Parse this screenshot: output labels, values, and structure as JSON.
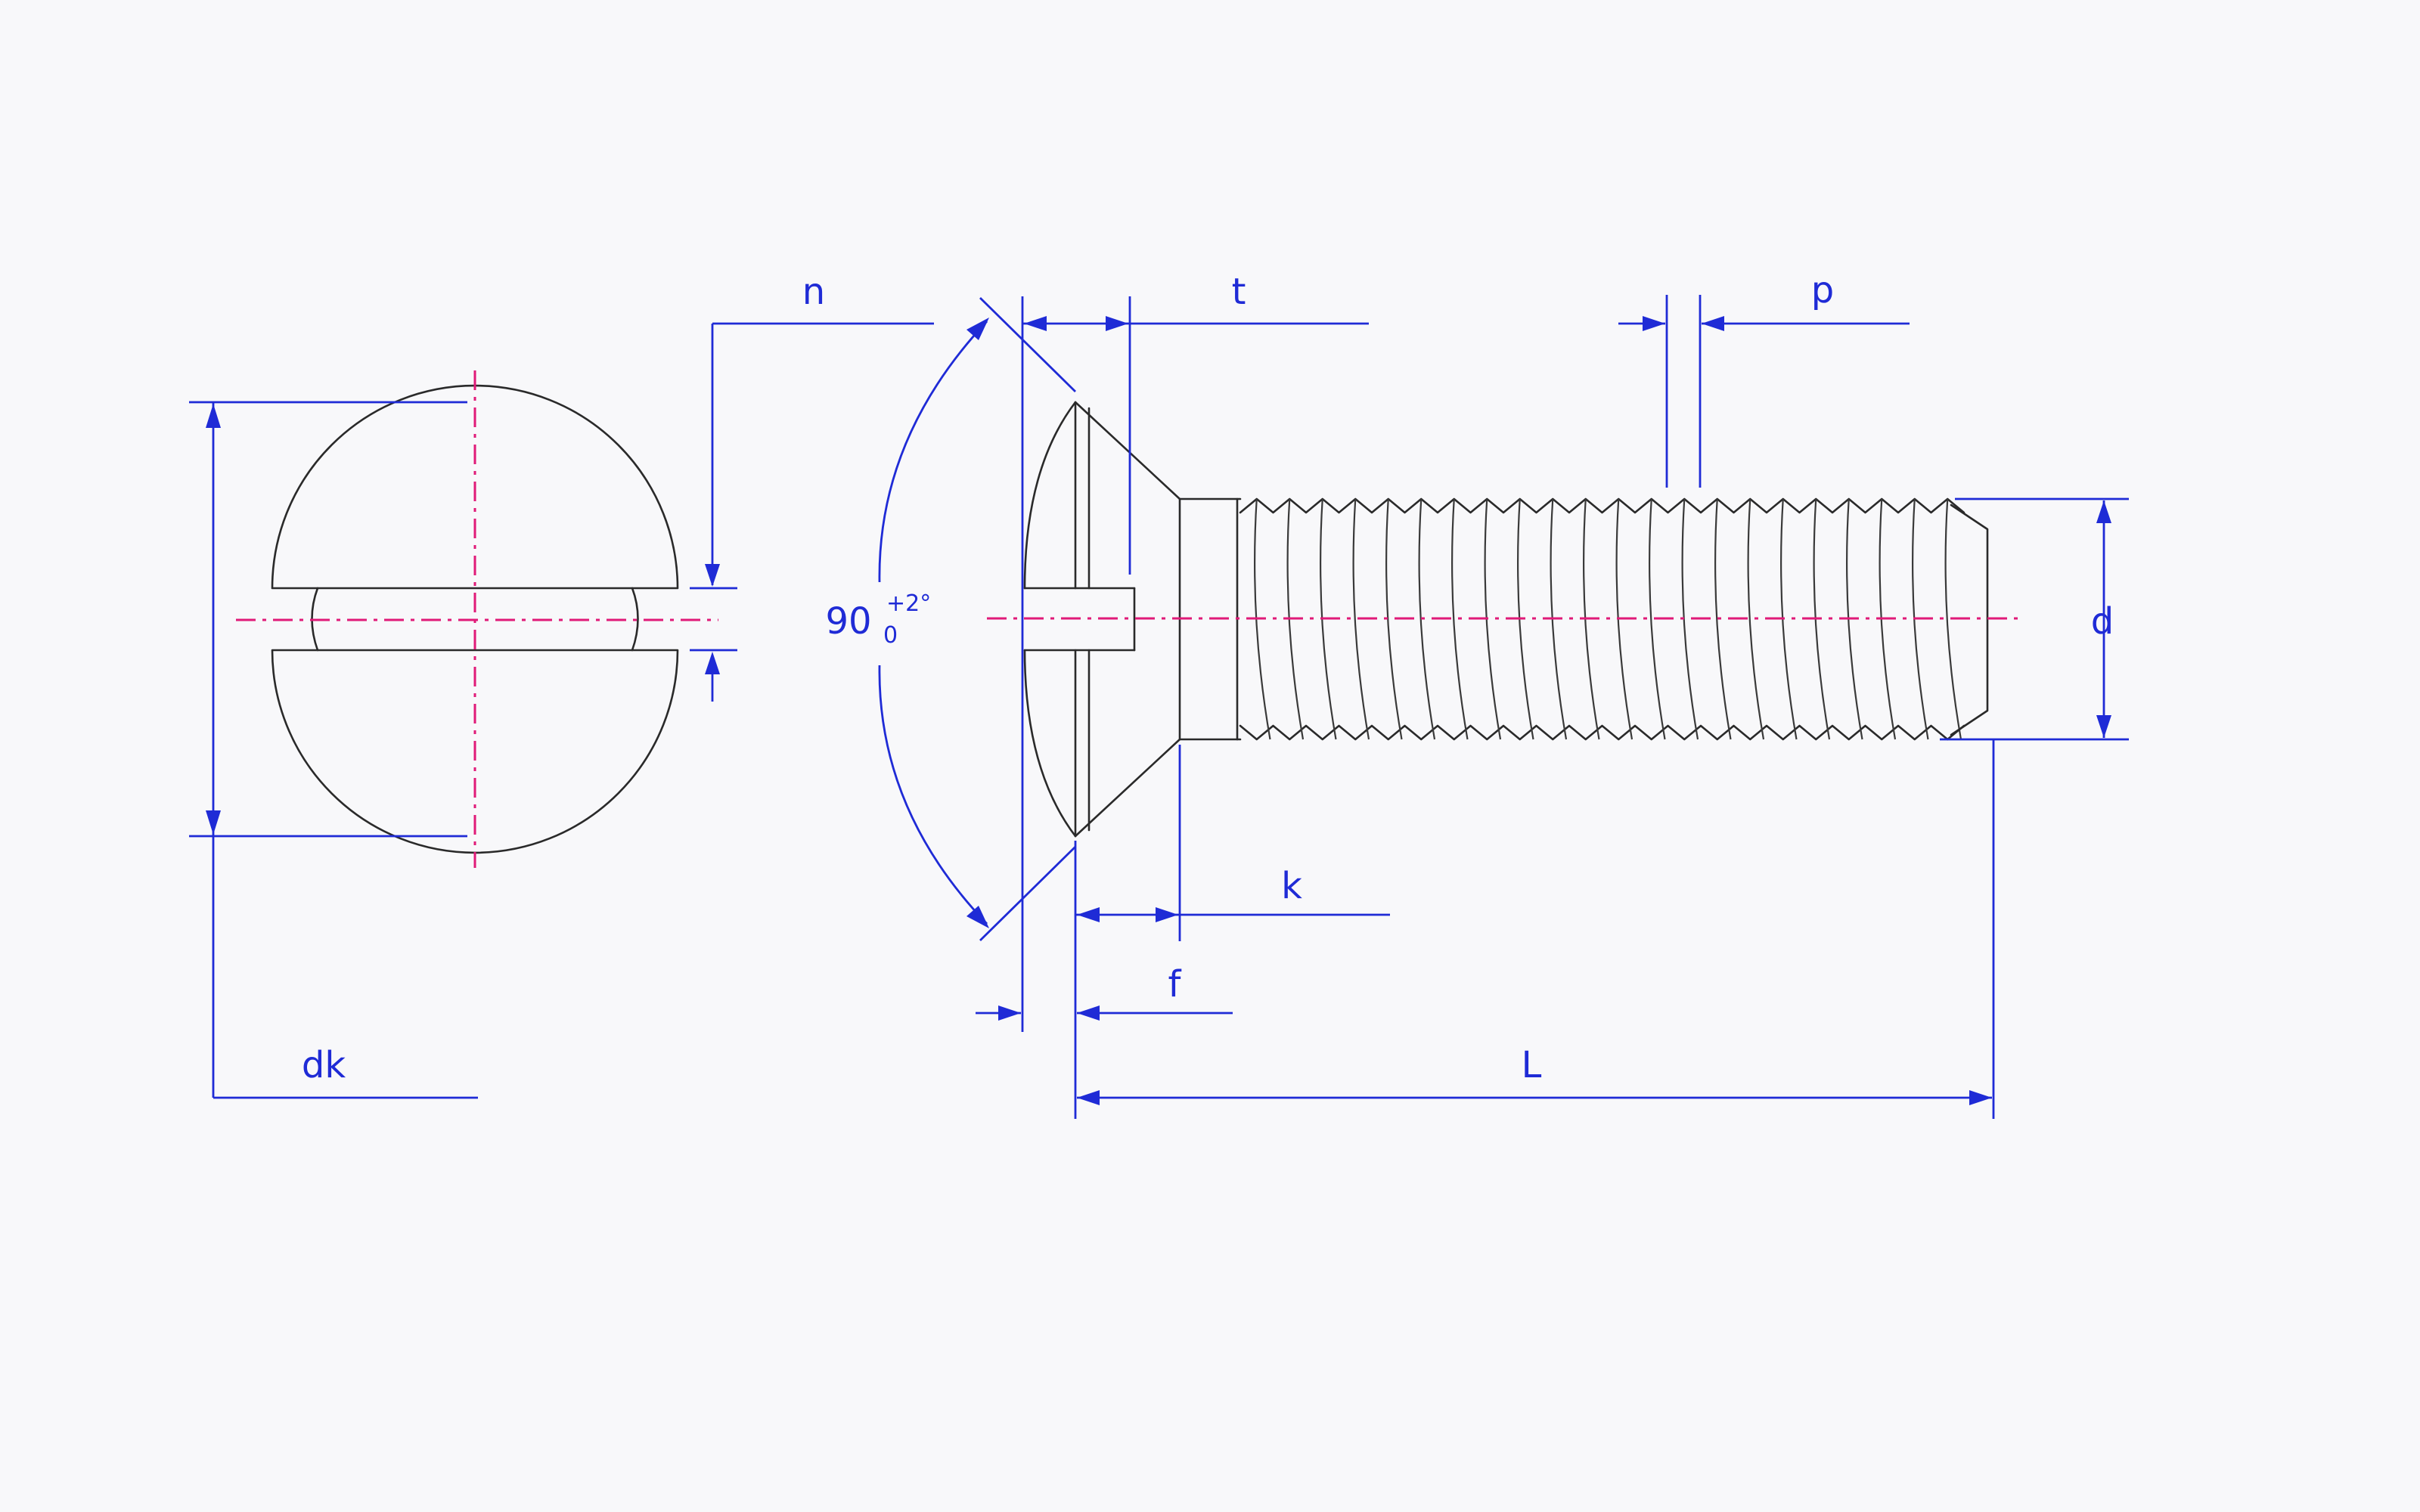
{
  "labels": {
    "n": "n",
    "t": "t",
    "p": "p",
    "d": "d",
    "k": "k",
    "f": "f",
    "L": "L",
    "dk": "dk",
    "angle": "90",
    "angle_tol_upper": "+2°",
    "angle_tol_lower": "0"
  },
  "colors": {
    "dimension": "#1f2bd6",
    "centerline": "#e01a78",
    "outline": "#2a2a2a",
    "background": "#f8f8fa"
  }
}
